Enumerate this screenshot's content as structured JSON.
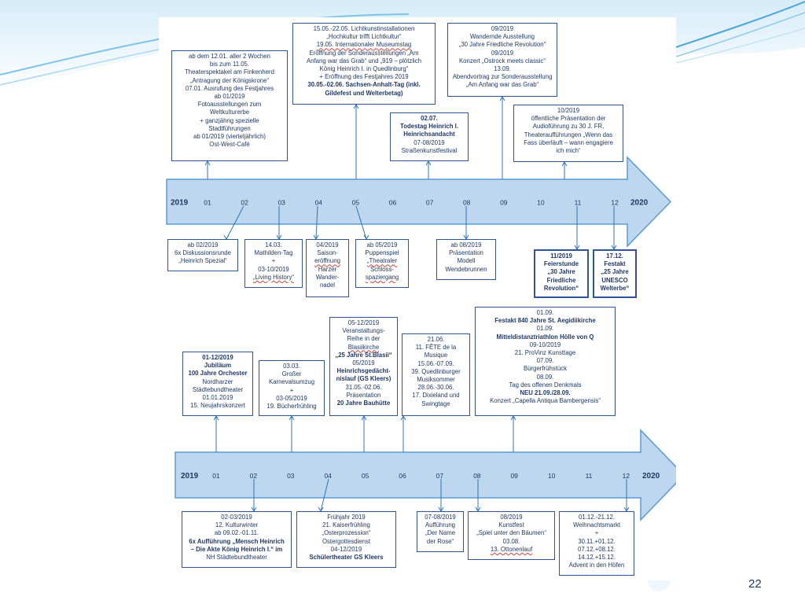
{
  "slide": {
    "page_number": "22"
  },
  "timeline_top": {
    "year_start": "2019",
    "year_end": "2020",
    "months": [
      "01",
      "02",
      "03",
      "04",
      "05",
      "06",
      "07",
      "08",
      "09",
      "10",
      "11",
      "12"
    ]
  },
  "timeline_bottom": {
    "year_start": "2019",
    "year_end": "2020",
    "months": [
      "01",
      "02",
      "03",
      "04",
      "05",
      "06",
      "07",
      "08",
      "09",
      "10",
      "11",
      "12"
    ]
  },
  "boxes": [
    {
      "id": "t-above-01",
      "lines": [
        {
          "t": "ab dem 12.01. aller 2 Wochen"
        },
        {
          "t": "bis zum 11.05."
        },
        {
          "t": "Theaterspektakel am Finkenherd"
        },
        {
          "t": "„Antragung der Königskrone“"
        },
        {
          "t": "07.01. Ausrufung des Festjahres"
        },
        {
          "t": "ab 01/2019"
        },
        {
          "t": "Fotoausstellungen zum"
        },
        {
          "t": "Weltkulturerbe"
        },
        {
          "t": "+ ganzjährig spezielle"
        },
        {
          "t": "Stadtführungen"
        },
        {
          "t": "ab 01/2019 (vierteljährlich)"
        },
        {
          "t": "Ost-West-Café"
        }
      ]
    },
    {
      "id": "t-above-05",
      "lines": [
        {
          "t": "15.05.-22.05. Lichtkunstinstallationen"
        },
        {
          "t": "„Hochkultur trifft Lichtkultur“"
        },
        {
          "t": "19.05. Internationaler Museumstag",
          "u": true
        },
        {
          "t": "Eröffnung der Sonderausstellungen „Am"
        },
        {
          "t": "Anfang war das Grab“ und „919 – plötzlich"
        },
        {
          "t": "König Heinrich I. in Quedlinburg“"
        },
        {
          "t": "+ Eröffnung des Festjahres 2019"
        },
        {
          "t": "30.05.-02.06. Sachsen-Anhalt-Tag (inkl.",
          "b": true
        },
        {
          "t": "Gildefest und Welterbetag)",
          "b": true
        }
      ]
    },
    {
      "id": "t-above-07",
      "lines": [
        {
          "t": "02.07.",
          "b": true
        },
        {
          "t": "Todestag Heinrich I.",
          "b": true
        },
        {
          "t": "Heinrichsandacht",
          "b": true
        },
        {
          "t": "07-08/2019"
        },
        {
          "t": "Straßenkunstfestival"
        }
      ]
    },
    {
      "id": "t-above-09",
      "lines": [
        {
          "t": "09/2019"
        },
        {
          "t": "Wandernde Ausstellung"
        },
        {
          "t": "„30 Jahre Friedliche Revolution“"
        },
        {
          "t": "09/2019"
        },
        {
          "t": "Konzert „Ostrock meets classic“"
        },
        {
          "t": "13.09."
        },
        {
          "t": "Abendvortrag zur Sonderausstellung"
        },
        {
          "t": "„Am Anfang war das Grab“"
        }
      ]
    },
    {
      "id": "t-above-10",
      "lines": [
        {
          "t": "10/2019"
        },
        {
          "t": "öffentliche Präsentation der"
        },
        {
          "t": "Audioführung zu 30 J. FR,"
        },
        {
          "t": "Theateraufführungen „Wenn das"
        },
        {
          "t": "Fass überläuft – wann engagiere"
        },
        {
          "t": "ich mich“"
        }
      ]
    },
    {
      "id": "t-below-02",
      "lines": [
        {
          "t": "ab 02/2019"
        },
        {
          "t": "6x Diskussionsrunde"
        },
        {
          "t": "„Heinrich Spezial“"
        }
      ]
    },
    {
      "id": "t-below-03",
      "lines": [
        {
          "t": "14.03."
        },
        {
          "t": "Mathilden-Tag"
        },
        {
          "t": "+"
        },
        {
          "t": "03-10/2019"
        },
        {
          "t": "„Living History“",
          "u": true
        }
      ]
    },
    {
      "id": "t-below-04",
      "lines": [
        {
          "t": "04/2019"
        },
        {
          "t": "Saison-"
        },
        {
          "t": "eröffnung",
          "u": true
        },
        {
          "t": "Harzer"
        },
        {
          "t": "Wander-"
        },
        {
          "t": "nadel"
        }
      ]
    },
    {
      "id": "t-below-05",
      "lines": [
        {
          "t": "ab 05/2019"
        },
        {
          "t": "Puppenspiel"
        },
        {
          "t": "„Theatraler",
          "u": true
        },
        {
          "t": "Schloss-"
        },
        {
          "t": "spaziergang",
          "u": true
        }
      ]
    },
    {
      "id": "t-below-08",
      "lines": [
        {
          "t": "ab 08/2019"
        },
        {
          "t": "Präsentation"
        },
        {
          "t": "Modell"
        },
        {
          "t": "Wendebrunnen"
        }
      ]
    },
    {
      "id": "t-below-11",
      "lines": [
        {
          "t": "11/2019",
          "b": true
        },
        {
          "t": "Feierstunde",
          "b": true
        },
        {
          "t": "„30 Jahre",
          "b": true
        },
        {
          "t": "Friedliche",
          "b": true
        },
        {
          "t": "Revolution“",
          "b": true
        }
      ]
    },
    {
      "id": "t-below-12",
      "lines": [
        {
          "t": "17.12.",
          "b": true
        },
        {
          "t": "Festakt",
          "b": true
        },
        {
          "t": "„25 Jahre",
          "b": true
        },
        {
          "t": "UNESCO",
          "b": true
        },
        {
          "t": "Welterbe“",
          "b": true
        }
      ]
    },
    {
      "id": "b-above-01",
      "lines": [
        {
          "t": "01-12/2019",
          "b": true
        },
        {
          "t": "Jubiläum",
          "b": true
        },
        {
          "t": "100 Jahre Orchester",
          "b": true
        },
        {
          "t": "Nordharzer"
        },
        {
          "t": "Städtebundtheater"
        },
        {
          "t": "01.01.2019"
        },
        {
          "t": "15. Neujahrskonzert"
        }
      ]
    },
    {
      "id": "b-above-03",
      "lines": [
        {
          "t": "03.03."
        },
        {
          "t": "Großer"
        },
        {
          "t": "Karnevalsumzug"
        },
        {
          "t": "+"
        },
        {
          "t": "03-05/2019"
        },
        {
          "t": "19. Bücherfrühling"
        }
      ]
    },
    {
      "id": "b-above-05",
      "lines": [
        {
          "t": "05-12/2019"
        },
        {
          "t": "Veranstaltungs-"
        },
        {
          "t": "Reihe in der"
        },
        {
          "t": "Blasiikirche",
          "u": true
        },
        {
          "t": "„25 Jahre St.Blasii“",
          "b": true
        },
        {
          "t": "05/2019"
        },
        {
          "t": "Heinrichsgedächt-",
          "b": true
        },
        {
          "t": "nislauf (GS Kleers)",
          "b": true
        },
        {
          "t": "31.05.-02.06."
        },
        {
          "t": "Präsentation"
        },
        {
          "t": "20 Jahre Bauhütte",
          "b": true
        }
      ]
    },
    {
      "id": "b-above-06",
      "lines": [
        {
          "t": "21.06."
        },
        {
          "t": "11. FÊTE de la"
        },
        {
          "t": "Musique"
        },
        {
          "t": "15.06.-07.09."
        },
        {
          "t": "39. Quedlinburger"
        },
        {
          "t": "Musiksommer"
        },
        {
          "t": "28.06.-30.06."
        },
        {
          "t": "17. Dixieland und"
        },
        {
          "t": "Swingtage"
        }
      ]
    },
    {
      "id": "b-above-09",
      "lines": [
        {
          "t": "01.09."
        },
        {
          "t": "Festakt 840 Jahre St. Aegidiikirche",
          "b": true
        },
        {
          "t": "01.09."
        },
        {
          "t": "Mitteldistanztriathlon Hölle von Q",
          "b": true
        },
        {
          "t": "09-10/2019"
        },
        {
          "t": "21. ProVinz Kunsttage"
        },
        {
          "t": "07.09."
        },
        {
          "t": "Bürgerfrühstück"
        },
        {
          "t": "08.09."
        },
        {
          "t": "Tag des offenen Denkmals"
        },
        {
          "t": "NEU 21.09./28.09.",
          "b": true
        },
        {
          "t": "Konzert „Capella Antiqua Bambergensis“"
        }
      ]
    },
    {
      "id": "b-below-02",
      "lines": [
        {
          "t": "02-03/2019"
        },
        {
          "t": "12. Kulturwinter"
        },
        {
          "t": "ab 09.02.-01.11."
        },
        {
          "t": "6x Aufführung „Mensch Heinrich",
          "b": true
        },
        {
          "t": "– Die Akte König Heinrich I.“ im",
          "b": true
        },
        {
          "t": "NH Städtebundtheater"
        }
      ]
    },
    {
      "id": "b-below-04",
      "lines": [
        {
          "t": "Frühjahr 2019"
        },
        {
          "t": "21. Kaiserfrühling"
        },
        {
          "t": "„Osterprozession“"
        },
        {
          "t": "Ostergottesdienst"
        },
        {
          "t": "04-12/2019"
        },
        {
          "t": "Schülertheater GS Kleers",
          "b": true
        }
      ]
    },
    {
      "id": "b-below-07",
      "lines": [
        {
          "t": "07-08/2019"
        },
        {
          "t": "Aufführung"
        },
        {
          "t": "„Der Name"
        },
        {
          "t": "der Rose“"
        }
      ]
    },
    {
      "id": "b-below-08",
      "lines": [
        {
          "t": "08/2019"
        },
        {
          "t": "Kunstfest"
        },
        {
          "t": "„Spiel unter den Bäumen“"
        },
        {
          "t": "03.08."
        },
        {
          "t": "13. Ottonenlauf",
          "u": true
        }
      ]
    },
    {
      "id": "b-below-12",
      "lines": [
        {
          "t": "01.12.-21.12."
        },
        {
          "t": "Weihnachtsmarkt"
        },
        {
          "t": "+"
        },
        {
          "t": "30.11.+01.12."
        },
        {
          "t": "07.12.+08.12."
        },
        {
          "t": "14.12.+15.12."
        },
        {
          "t": "Advent in den Höfen"
        }
      ]
    }
  ],
  "colors": {
    "arrow_fill": "#bdd7ee",
    "arrow_stroke": "#5b9bd5",
    "box_border": "#2f5597",
    "text": "#1f3864",
    "connector": "#2e75b6"
  }
}
